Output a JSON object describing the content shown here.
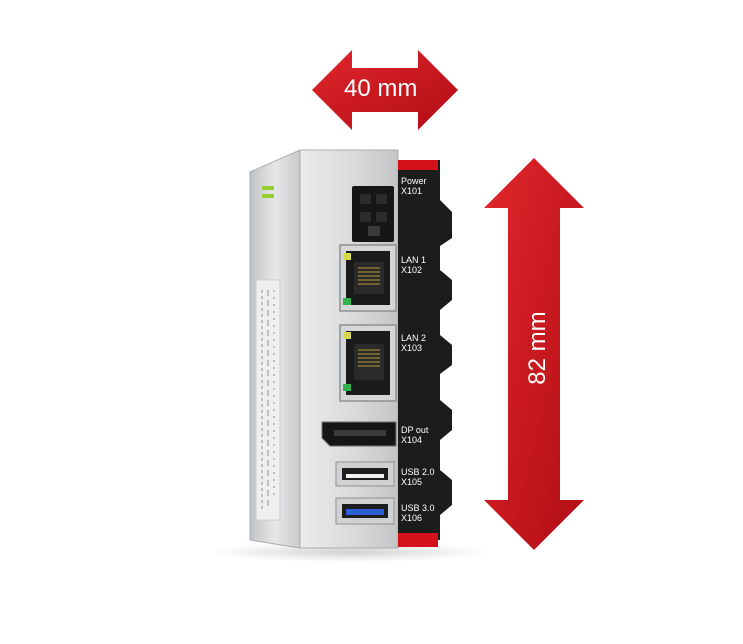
{
  "dimensions": {
    "width_label": "40 mm",
    "height_label": "82 mm"
  },
  "ports": {
    "power": {
      "name": "Power",
      "id": "X101"
    },
    "lan1": {
      "name": "LAN 1",
      "id": "X102"
    },
    "lan2": {
      "name": "LAN 2",
      "id": "X103"
    },
    "dp": {
      "name": "DP out",
      "id": "X104"
    },
    "usb2": {
      "name": "USB 2.0",
      "id": "X105"
    },
    "usb3": {
      "name": "USB 3.0",
      "id": "X106"
    }
  },
  "colors": {
    "arrow_red": "#d4121c",
    "body_silver": "#d9dbdd",
    "front_black": "#1c1c1c",
    "usb3_blue": "#2a5fd6",
    "led_yellow": "#d8d84a",
    "led_green": "#2fb34a",
    "side_led_green": "#9acd32"
  }
}
